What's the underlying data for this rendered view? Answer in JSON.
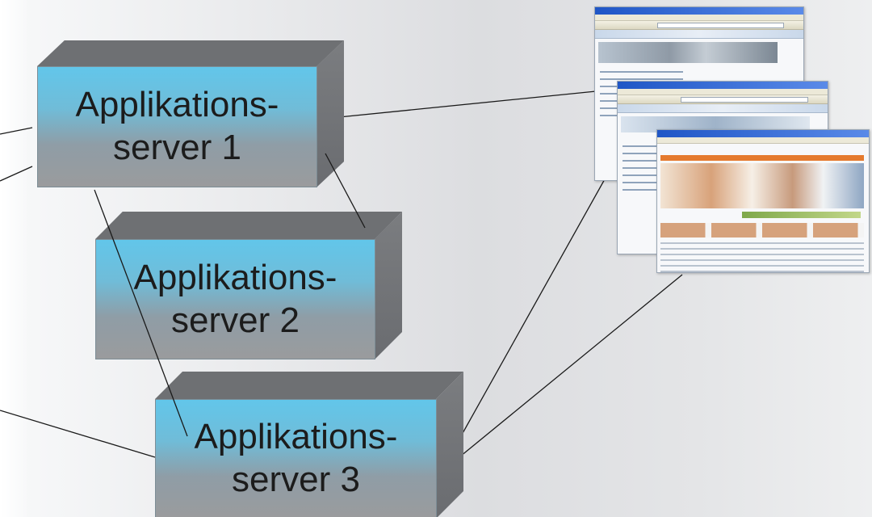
{
  "servers": [
    {
      "line1": "Applikations-",
      "line2": "server 1"
    },
    {
      "line1": "Applikations-",
      "line2": "server 2"
    },
    {
      "line1": "Applikations-",
      "line2": "server 3"
    }
  ],
  "clients": {
    "icon": "web-browser-window-icon",
    "count": 3
  },
  "colors": {
    "server_face_top": "#62c6ea",
    "server_face_bottom": "#9a9b9d",
    "server_top": "#6e7073",
    "server_side": "#6a6c70",
    "connector": "#1a1a1a"
  }
}
